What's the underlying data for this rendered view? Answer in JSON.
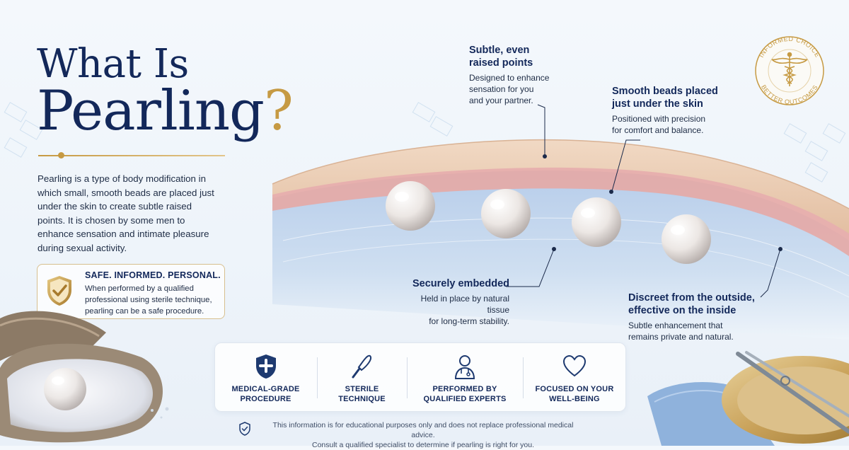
{
  "title": {
    "line1": "What Is",
    "line2_word": "Pearling",
    "line2_mark": "?"
  },
  "intro": "Pearling is a type of body modification in which small, smooth beads are placed just under the skin to create subtle raised points. It is chosen by some men to enhance sensation and intimate pleasure during sexual activity.",
  "safety": {
    "title": "SAFE. INFORMED. PERSONAL.",
    "text": "When performed by a qualified professional using sterile technique, pearling can be a safe procedure."
  },
  "callouts": {
    "raised_points": {
      "title_l1": "Subtle, even",
      "title_l2": "raised points",
      "text_l1": "Designed to enhance",
      "text_l2": "sensation for you",
      "text_l3": "and your partner."
    },
    "smooth_beads": {
      "title_l1": "Smooth beads placed",
      "title_l2": "just under the skin",
      "text_l1": "Positioned with precision",
      "text_l2": "for comfort and balance."
    },
    "embedded": {
      "title": "Securely embedded",
      "text_l1": "Held in place by natural tissue",
      "text_l2": "for long-term stability."
    },
    "discreet": {
      "title_l1": "Discreet from the outside,",
      "title_l2": "effective on the inside",
      "text_l1": "Subtle enhancement that",
      "text_l2": "remains private and natural."
    }
  },
  "seal": {
    "top_text": "INFORMED CHOICE",
    "bottom_text": "BETTER OUTCOMES"
  },
  "features": [
    {
      "l1": "MEDICAL-GRADE",
      "l2": "PROCEDURE",
      "icon": "medical-shield-icon"
    },
    {
      "l1": "STERILE",
      "l2": "TECHNIQUE",
      "icon": "scalpel-icon"
    },
    {
      "l1": "PERFORMED BY",
      "l2": "QUALIFIED EXPERTS",
      "icon": "doctor-icon"
    },
    {
      "l1": "FOCUSED ON YOUR",
      "l2": "WELL-BEING",
      "icon": "heart-icon"
    }
  ],
  "disclaimer": {
    "l1": "This information is for educational purposes only and does not replace professional medical advice.",
    "l2": "Consult a qualified specialist to determine if pearling is right for you."
  },
  "colors": {
    "navy": "#13285a",
    "gold": "#c69a43",
    "skin": "#ecd0b8",
    "dermis_pink": "#e8a7a4",
    "tissue_blue": "#a9c7ea"
  }
}
